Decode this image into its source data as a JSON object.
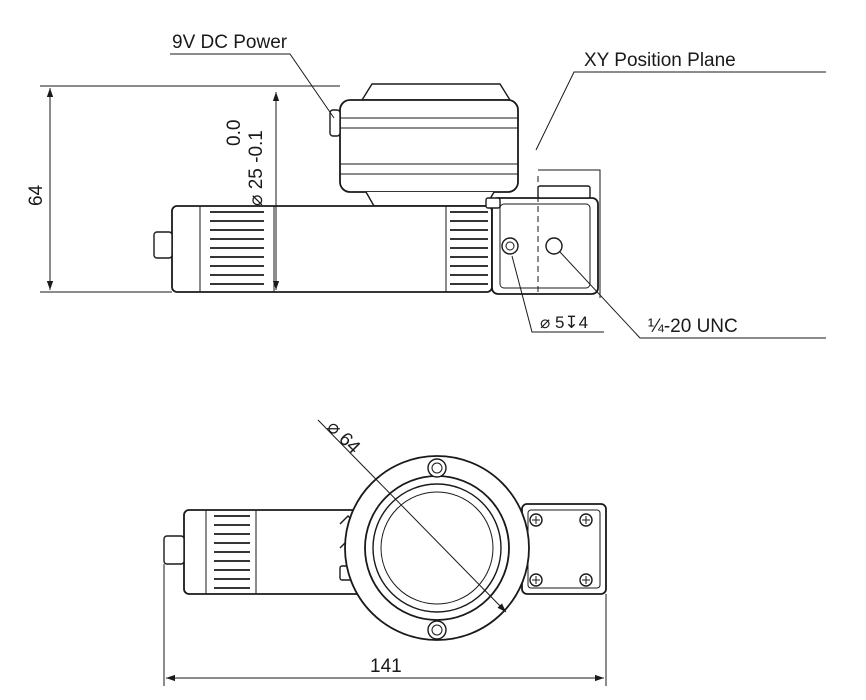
{
  "callouts": {
    "power": "9V DC Power",
    "xy_plane": "XY Position Plane",
    "thread": "¼-20 UNC",
    "hole": "⌀ 5↧4"
  },
  "dimensions": {
    "height": "64",
    "tolerance_upper": "0.0",
    "tube_diameter": "⌀ 25 -0.1",
    "ring_diameter": "⌀ 64",
    "length": "141"
  },
  "colors": {
    "line": "#1a1a1a",
    "background": "#ffffff"
  }
}
